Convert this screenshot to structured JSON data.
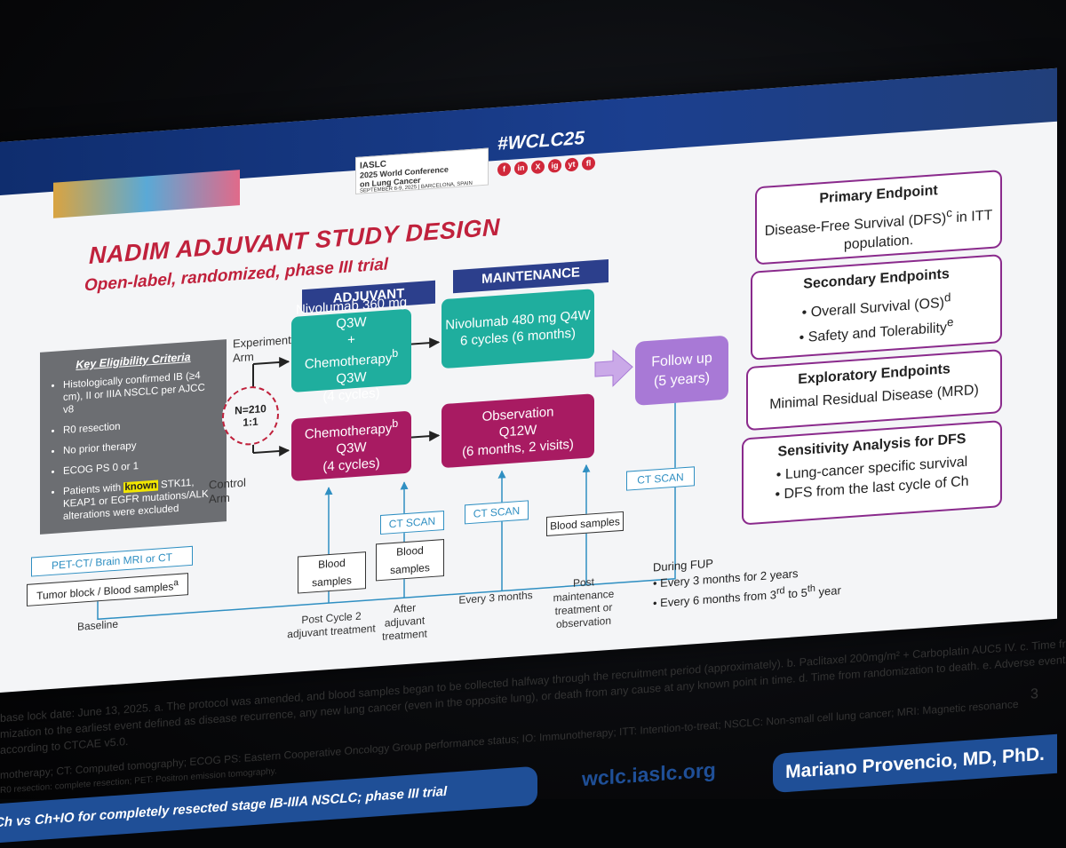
{
  "header": {
    "org": "IASLC",
    "conference_line1": "2025 World Conference",
    "conference_line2": "on Lung Cancer",
    "dates": "SEPTEMBER 6-9, 2025 | BARCELONA, SPAIN",
    "hashtag": "#WCLC25",
    "social": [
      "f",
      "in",
      "X",
      "ig",
      "yt",
      "fl"
    ]
  },
  "title": "NADIM ADJUVANT STUDY DESIGN",
  "subtitle": "Open-label, randomized, phase III trial",
  "eligibility": {
    "heading": "Key Eligibility Criteria",
    "items": [
      "Histologically confirmed IB (≥4 cm), II or IIIA NSCLC per AJCC v8",
      "R0 resection",
      "No prior therapy",
      "ECOG PS 0 or 1"
    ],
    "last_pre": "Patients with ",
    "last_hl": "known",
    "last_post": " STK11, KEAP1 or EGFR mutations/ALK alterations were excluded"
  },
  "randomization": {
    "n": "N=210",
    "ratio": "1:1"
  },
  "arms": {
    "experimental": "Experimental Arm",
    "control": "Control Arm"
  },
  "phases": {
    "adjuvant": "ADJUVANT",
    "maintenance": "MAINTENANCE"
  },
  "treatments": {
    "exp_adj_l1": "Nivolumab 360 mg Q3W",
    "exp_adj_l2": "+",
    "exp_adj_l3": "Chemotherapy",
    "exp_adj_l3_sup": "b",
    "exp_adj_l3_post": " Q3W",
    "exp_adj_l4": "(4 cycles)",
    "exp_maint_l1": "Nivolumab 480 mg Q4W",
    "exp_maint_l2": "6 cycles (6 months)",
    "ctrl_adj_l1": "Chemotherapy",
    "ctrl_adj_sup": "b",
    "ctrl_adj_post": " Q3W",
    "ctrl_adj_l2": "(4 cycles)",
    "ctrl_obs_l1": "Observation",
    "ctrl_obs_l2": "Q12W",
    "ctrl_obs_l3": "(6 months, 2 visits)",
    "follow_l1": "Follow up",
    "follow_l2": "(5 years)"
  },
  "endpoints": {
    "primary_title": "Primary Endpoint",
    "primary_text": "Disease-Free Survival (DFS)",
    "primary_sup": "c",
    "primary_post": " in ITT population.",
    "secondary_title": "Secondary Endpoints",
    "secondary_1": "• Overall Survival (OS)",
    "secondary_1_sup": "d",
    "secondary_2": "• Safety and Tolerability",
    "secondary_2_sup": "e",
    "exploratory_title": "Exploratory Endpoints",
    "exploratory_1": "Minimal Residual Disease (MRD)",
    "sensitivity_title": "Sensitivity Analysis for DFS",
    "sensitivity_1": "• Lung-cancer specific survival",
    "sensitivity_2": "• DFS from the last cycle of Ch"
  },
  "timeline": {
    "pet": "PET-CT/ Brain MRI or CT",
    "tumor": "Tumor block / Blood samples",
    "tumor_sup": "a",
    "baseline": "Baseline",
    "blood": "Blood samples",
    "ct": "CT SCAN",
    "post_cycle2_l1": "Post Cycle 2",
    "post_cycle2_l2": "adjuvant treatment",
    "after_l1": "After",
    "after_l2": "adjuvant",
    "after_l3": "treatment",
    "every3": "Every 3 months",
    "post_maint_l1": "Post",
    "post_maint_l2": "maintenance",
    "post_maint_l3": "treatment or",
    "post_maint_l4": "observation",
    "fup_title": "During FUP",
    "fup_1": "• Every 3 months for 2 years",
    "fup_2_pre": "• Every 6 months from 3",
    "fup_2_sup1": "rd",
    "fup_2_mid": " to 5",
    "fup_2_sup2": "th",
    "fup_2_post": " year"
  },
  "footnotes": {
    "line1": "base lock date: June 13, 2025. a. The protocol was amended, and blood samples began to be collected halfway through the recruitment period (approximately). b. Paclitaxel 200mg/m² + Carboplatin AUC5 IV. c. Time from",
    "line2": "mization to the earliest event defined as disease recurrence, any new lung cancer (even in the opposite lung), or death from any cause at any known point in time. d. Time from randomization to death. e. Adverse events",
    "line3": "according to CTCAE v5.0.",
    "abbr1": "motherapy; CT: Computed tomography; ECOG PS: Eastern Cooperative Oncology Group performance status; IO: Immunotherapy; ITT: Intention-to-treat; NSCLC: Non-small cell lung cancer; MRI: Magnetic resonance",
    "abbr2": "R0 resection: complete resection; PET: Positron emission tomography.",
    "page": "3"
  },
  "bottom": {
    "banner_left": "Ch vs Ch+IO for completely resected stage IB-IIIA NSCLC; phase III trial",
    "url": "wclc.iaslc.org",
    "banner_right": "Mariano Provencio, MD, PhD."
  },
  "colors": {
    "title_red": "#c0213c",
    "teal": "#1fae9e",
    "magenta": "#a81b62",
    "purple": "#a879d6",
    "navy": "#2c3f8c",
    "endpoint_border": "#8a2a8c",
    "ct_blue": "#2f8fc2"
  }
}
